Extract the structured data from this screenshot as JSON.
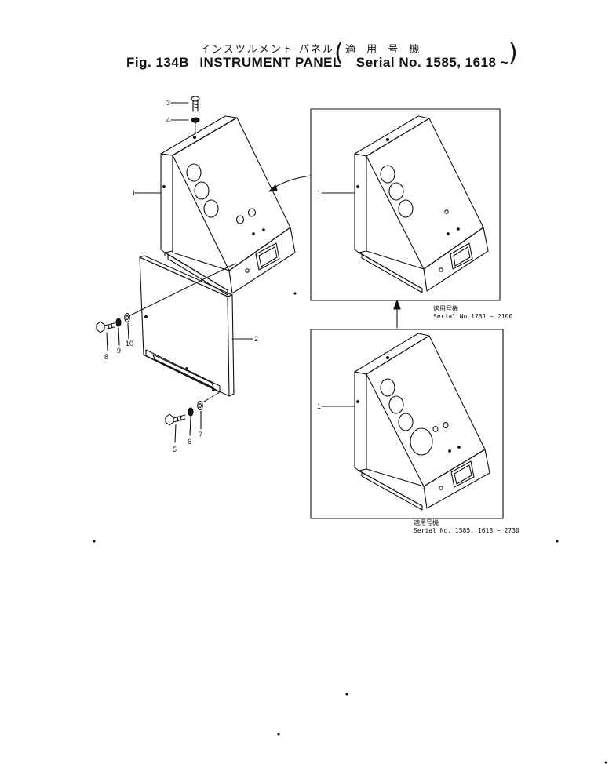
{
  "header": {
    "title_jp": "インスツルメント パネル",
    "serial_jp": "適 用 号 機",
    "fig_label": "Fig. 134B",
    "title_en": "INSTRUMENT PANEL",
    "serial_en": "Serial No. 1585, 1618 ~"
  },
  "callouts": {
    "upper": {
      "jp": "適用号機",
      "serial": "Serial No.1731 ~ 2100"
    },
    "lower": {
      "jp": "適用号機",
      "serial": "Serial No. 1585. 1618 ~ 2730"
    }
  },
  "part_numbers": {
    "p1": "1",
    "p2": "2",
    "p3": "3",
    "p4": "4",
    "p5": "5",
    "p6": "6",
    "p7": "7",
    "p8": "8",
    "p9": "9",
    "p10": "10"
  },
  "colors": {
    "ink": "#111111",
    "paper": "#ffffff"
  }
}
